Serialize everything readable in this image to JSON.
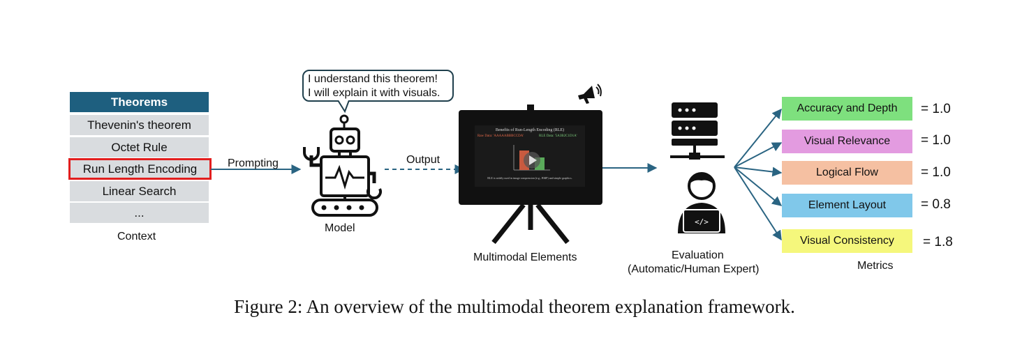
{
  "context": {
    "header": "Theorems",
    "items": [
      "Thevenin's theorem",
      "Octet Rule",
      "Run Length Encoding",
      "Linear Search",
      "..."
    ],
    "selected_index": 2,
    "label": "Context"
  },
  "arrows": {
    "prompting": "Prompting",
    "output": "Output"
  },
  "model": {
    "bubble_line1": "I understand this theorem!",
    "bubble_line2": "I will explain it with visuals.",
    "label": "Model"
  },
  "multimodal": {
    "label": "Multimodal Elements",
    "slide_title": "Benefits of Run-Length Encoding (RLE)",
    "raw_data": "Raw Data: 'AAAAABBBCCDA'",
    "rle_data": "RLE Data: '5A3B2C1D1A'",
    "slide_caption": "RLE is widely used in image compression (e.g., BMP) and simple graphics."
  },
  "evaluation": {
    "label_line1": "Evaluation",
    "label_line2": "(Automatic/Human Expert)"
  },
  "metrics": {
    "label": "Metrics",
    "items": [
      {
        "name": "Accuracy and Depth",
        "score": "= 1.0",
        "color": "#7ee07e"
      },
      {
        "name": "Visual Relevance",
        "score": "= 1.0",
        "color": "#e39be0"
      },
      {
        "name": "Logical Flow",
        "score": "= 1.0",
        "color": "#f5c0a2"
      },
      {
        "name": "Element Layout",
        "score": "= 0.8",
        "color": "#80c8ea"
      },
      {
        "name": "Visual Consistency",
        "score": "= 1.8",
        "color": "#f5f77c"
      }
    ]
  },
  "colors": {
    "header": "#1e5f7f",
    "arrow": "#2a6482",
    "highlight": "#e21e1e"
  },
  "caption": "Figure 2: An overview of the multimodal theorem explanation framework."
}
